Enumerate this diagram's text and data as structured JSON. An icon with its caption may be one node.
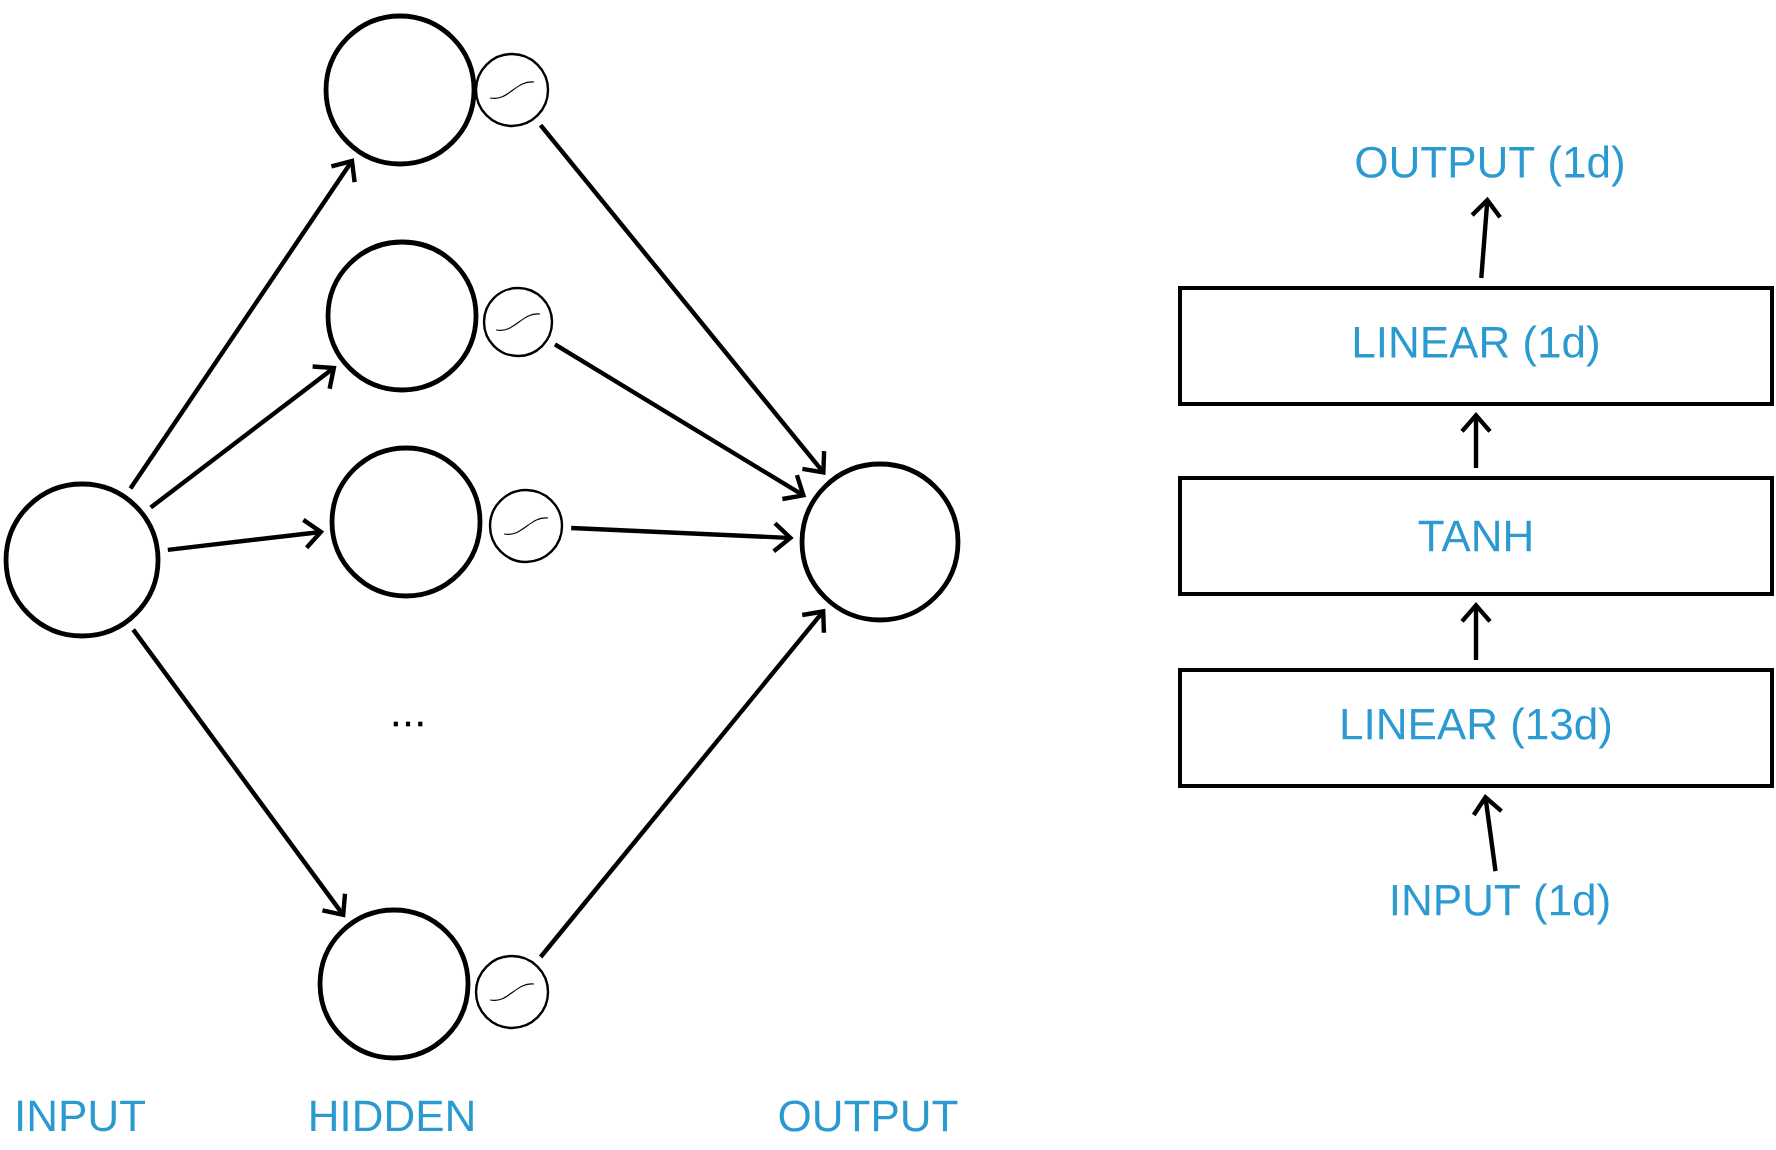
{
  "diagram": {
    "nodes": [
      {
        "text": [],
        "shape": "circle"
      },
      {
        "text": [],
        "shape": "circle"
      },
      {
        "text": [],
        "shape": "circle"
      },
      {
        "text": [],
        "shape": "circle"
      },
      {
        "text": [],
        "shape": "circle"
      },
      {
        "text": [],
        "shape": "circle"
      },
      {
        "text": [],
        "shape": "circle"
      },
      {
        "text": [],
        "shape": "circle"
      },
      {
        "text": [],
        "shape": "circle"
      },
      {
        "text": [],
        "shape": "circle"
      },
      {
        "text": [
          "OUTPUT (1d)"
        ]
      },
      {
        "text": [
          "LINEAR (1d)"
        ]
      },
      {
        "text": [
          "TANH"
        ]
      },
      {
        "text": [
          "LINEAR (13d)"
        ]
      },
      {
        "text": [
          "INPUT (1d)"
        ]
      }
    ],
    "edges": [
      {
        "from": 0,
        "to": 1,
        "arrow": "to"
      },
      {
        "from": 0,
        "to": 3,
        "arrow": "to"
      },
      {
        "from": 0,
        "to": 5,
        "arrow": "to"
      },
      {
        "from": 0,
        "to": 7,
        "arrow": "to"
      },
      {
        "from": 2,
        "to": 9,
        "arrow": "to"
      },
      {
        "from": 4,
        "to": 9,
        "arrow": "to"
      },
      {
        "from": 6,
        "to": 9,
        "arrow": "to"
      },
      {
        "from": 8,
        "to": 9,
        "arrow": "to"
      },
      {
        "from": 14,
        "to": 13,
        "arrow": "to"
      },
      {
        "from": 13,
        "to": 12,
        "arrow": "to"
      },
      {
        "from": 12,
        "to": 11,
        "arrow": "to"
      },
      {
        "from": 11,
        "to": 10,
        "arrow": "to"
      }
    ],
    "labels": [
      "...",
      "INPUT",
      "HIDDEN",
      "OUTPUT"
    ]
  }
}
